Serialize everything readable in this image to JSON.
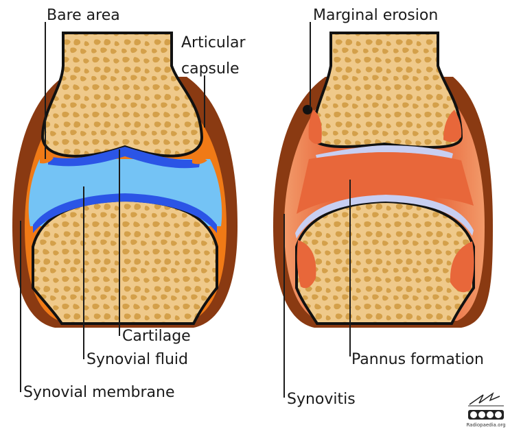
{
  "normal_joint": {
    "labels": {
      "bare_area": "Bare area",
      "articular_capsule": "Articular capsule",
      "cartilage": "Cartilage",
      "synovial_fluid": "Synovial fluid",
      "synovial_membrane": "Synovial membrane"
    }
  },
  "ra_joint": {
    "labels": {
      "marginal_erosion": "Marginal erosion",
      "pannus_formation": "Pannus formation",
      "synovitis": "Synovitis"
    }
  },
  "credit": {
    "site": "Radiopaedia.org",
    "license_icon": "cc-by-nc-sa-icon",
    "logo_icon": "radiopaedia-signature-icon"
  },
  "colors": {
    "bone": "#efc98a",
    "trabecula": "#d4a04a",
    "capsule": "#8a3a12",
    "synovium": "#f07a16",
    "synovial_fluid": "#74c3f5",
    "cartilage": "#2b55e6",
    "pannus": "#e8673a",
    "thin_cartilage": "#c8cff2"
  }
}
